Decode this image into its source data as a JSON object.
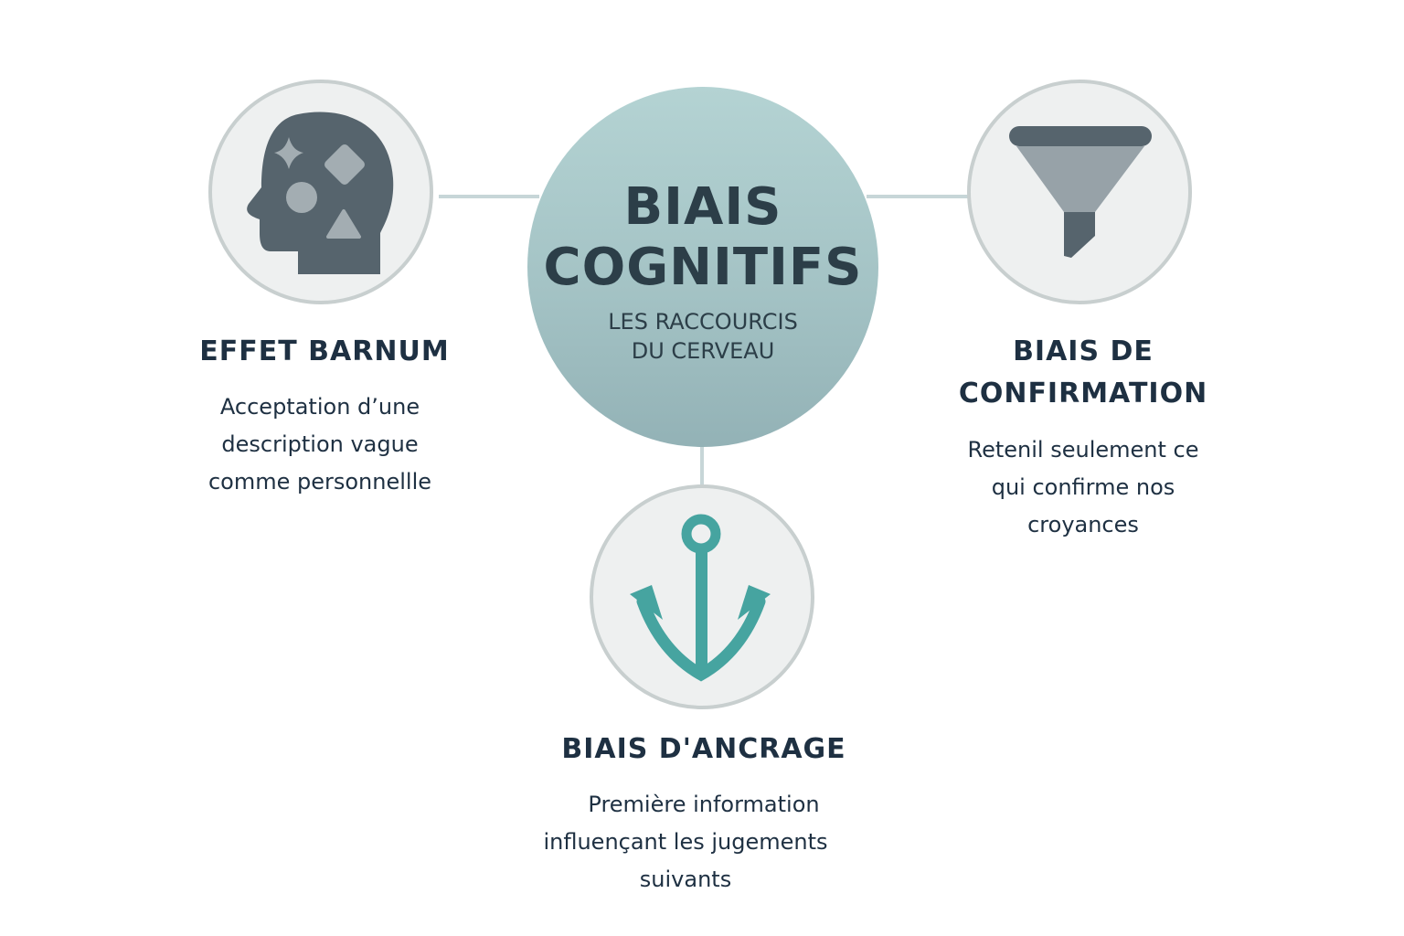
{
  "center": {
    "title_line1": "BIAIS",
    "title_line2": "COGNITIFS",
    "subtitle_line1": "LES RACCOURCIS",
    "subtitle_line2": "DU CERVEAU",
    "colors": {
      "fill": "#a4c3c5",
      "text": "#2c3e48"
    }
  },
  "nodes": [
    {
      "id": "barnum",
      "icon": "head-shapes-icon",
      "title_lines": [
        "EFFET BARNUM"
      ],
      "desc_lines": [
        "Acceptation d’une",
        "description vague",
        "comme personnellle"
      ]
    },
    {
      "id": "confirmation",
      "icon": "funnel-icon",
      "title_lines": [
        "BIAIS DE",
        "CONFIRMATION"
      ],
      "desc_lines": [
        "Retenil  seulement ce",
        "qui confirme nos",
        "croyances"
      ]
    },
    {
      "id": "ancrage",
      "icon": "anchor-icon",
      "title_lines": [
        "BIAIS D'ANCRAGE"
      ],
      "desc_lines": [
        "Première information",
        "influençant les jugements",
        "suivants"
      ]
    }
  ],
  "colors": {
    "connector": "#c7d6d8",
    "icon_dark": "#56646d",
    "icon_light": "#a3adb2",
    "anchor": "#46a4a0",
    "node_fill": "#eef0f0",
    "node_border": "#c8cfcf"
  }
}
